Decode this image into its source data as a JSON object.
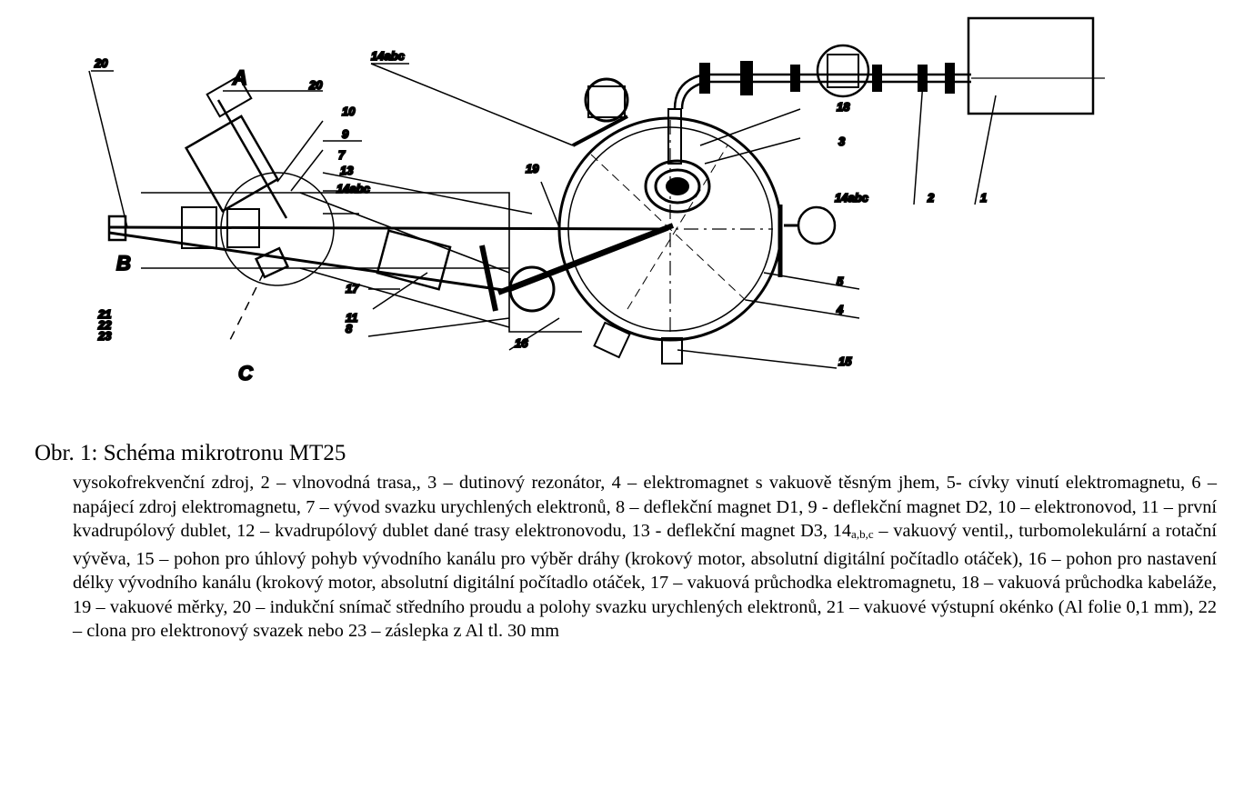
{
  "diagram": {
    "labels": {
      "A": "A",
      "B": "B",
      "C": "C",
      "l1": "1",
      "l2": "2",
      "l3": "3",
      "l4": "4",
      "l5": "5",
      "l7": "7",
      "l8": "8",
      "l9": "9",
      "l10": "10",
      "l11": "11",
      "l13": "13",
      "l15": "15",
      "l16": "16",
      "l17": "17",
      "l18": "18",
      "l19": "19",
      "l20": "20",
      "l20b": "20",
      "l14_top": "14abc",
      "l14_right": "14abc",
      "l14_mid": "14abc",
      "l21": "21",
      "l22": "22",
      "l23": "23"
    }
  },
  "caption": {
    "title": "Obr. 1: Schéma mikrotronu MT25",
    "body_a": "vysokofrekvenční zdroj, 2 – vlnovodná trasa,, 3 – dutinový rezonátor, 4 – elektromagnet s vakuově těsným jhem, 5- cívky vinutí elektromagnetu, 6 – napájecí zdroj elektromagnetu, 7 – vývod svazku urychlených elektronů, 8 – deflekční magnet D1, 9 - deflekční magnet D2, 10 – elektronovod, 11 – první kvadrupólový dublet, 12 – kvadrupólový dublet dané trasy elektronovodu, 13 - deflekční magnet D3, 14",
    "body_sub": "a,b,c",
    "body_b": " – vakuový ventil,, turbomolekulární a rotační vývěva, 15 – pohon pro úhlový pohyb vývodního kanálu pro výběr dráhy (krokový motor, absolutní digitální počítadlo otáček), 16 – pohon pro nastavení délky vývodního kanálu (krokový motor, absolutní digitální počítadlo otáček, 17 – vakuová průchodka elektromagnetu, 18 – vakuová průchodka kabeláže, 19 – vakuové měrky, 20 – indukční snímač středního proudu a polohy svazku urychlených elektronů, 21 – vakuové výstupní okénko (Al folie 0,1 mm), 22 – clona pro elektronový svazek nebo 23 – záslepka z Al tl. 30 mm"
  }
}
